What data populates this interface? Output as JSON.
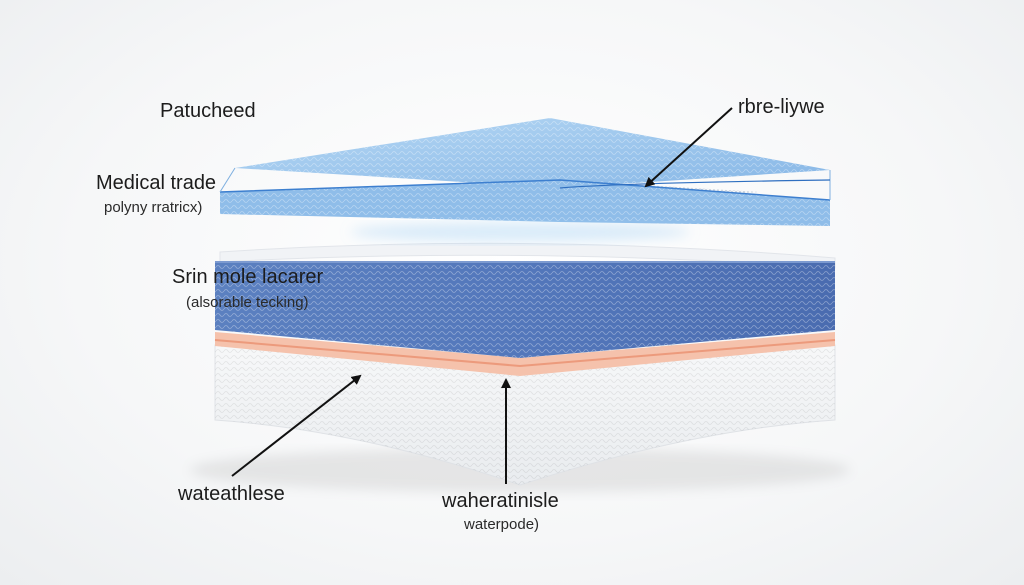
{
  "labels": {
    "top_left": "Patucheed",
    "top_layer_title": "Medical trade",
    "top_layer_sub": "polyny rratricx)",
    "top_right": "rbre-liywe",
    "middle_title": "Srin mole lacarer",
    "middle_sub": "(alsorable tecking)",
    "bottom_left": "wateathlese",
    "bottom_center_title": "waheratinisle",
    "bottom_center_sub": "waterpode)"
  },
  "colors": {
    "top_layer": "#9cc8ee",
    "middle_layer": "#4f74b8",
    "adhesive_strip": "#f2b49c",
    "base_layer": "#f4f5f6",
    "arrows": "#111111"
  }
}
